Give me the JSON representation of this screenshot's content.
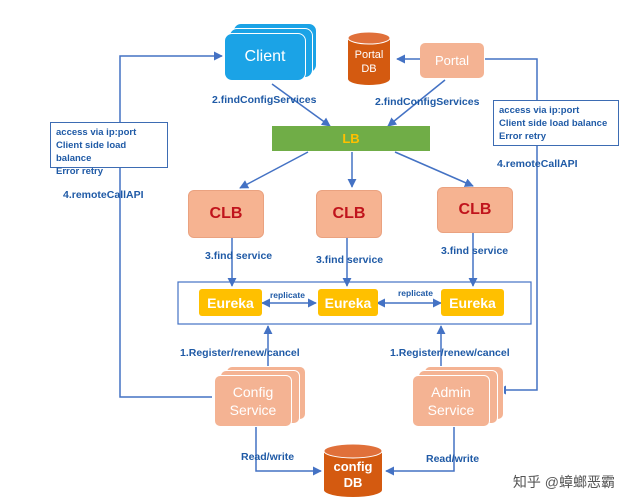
{
  "nodes": {
    "client": "Client",
    "portal": "Portal",
    "portal_db": [
      "Portal",
      "DB"
    ],
    "lb": "LB",
    "clb": "CLB",
    "eureka": "Eureka",
    "config_service": [
      "Config",
      "Service"
    ],
    "admin_service": [
      "Admin",
      "Service"
    ],
    "config_db": [
      "config",
      "DB"
    ]
  },
  "edges": {
    "find_config_services": "2.findConfigServices",
    "find_service": "3.find service",
    "replicate": "replicate",
    "register": "1.Register/renew/cancel",
    "read_write": "Read/write",
    "remote_call": "4.remoteCallAPI"
  },
  "notes": {
    "left": [
      "access via ip:port",
      "Client side load balance",
      "Error retry"
    ],
    "right": [
      "access via ip:port",
      "Client side load balance",
      "Error retry"
    ]
  },
  "watermark": "知乎 @蟑螂恶霸",
  "colors": {
    "arrow": "#4472c4",
    "client_blue": "#1ba3e6",
    "salmon": "#f4b393",
    "lb_green": "#70ad47",
    "db_orange": "#d45a10",
    "eureka_yellow": "#ffc000"
  }
}
